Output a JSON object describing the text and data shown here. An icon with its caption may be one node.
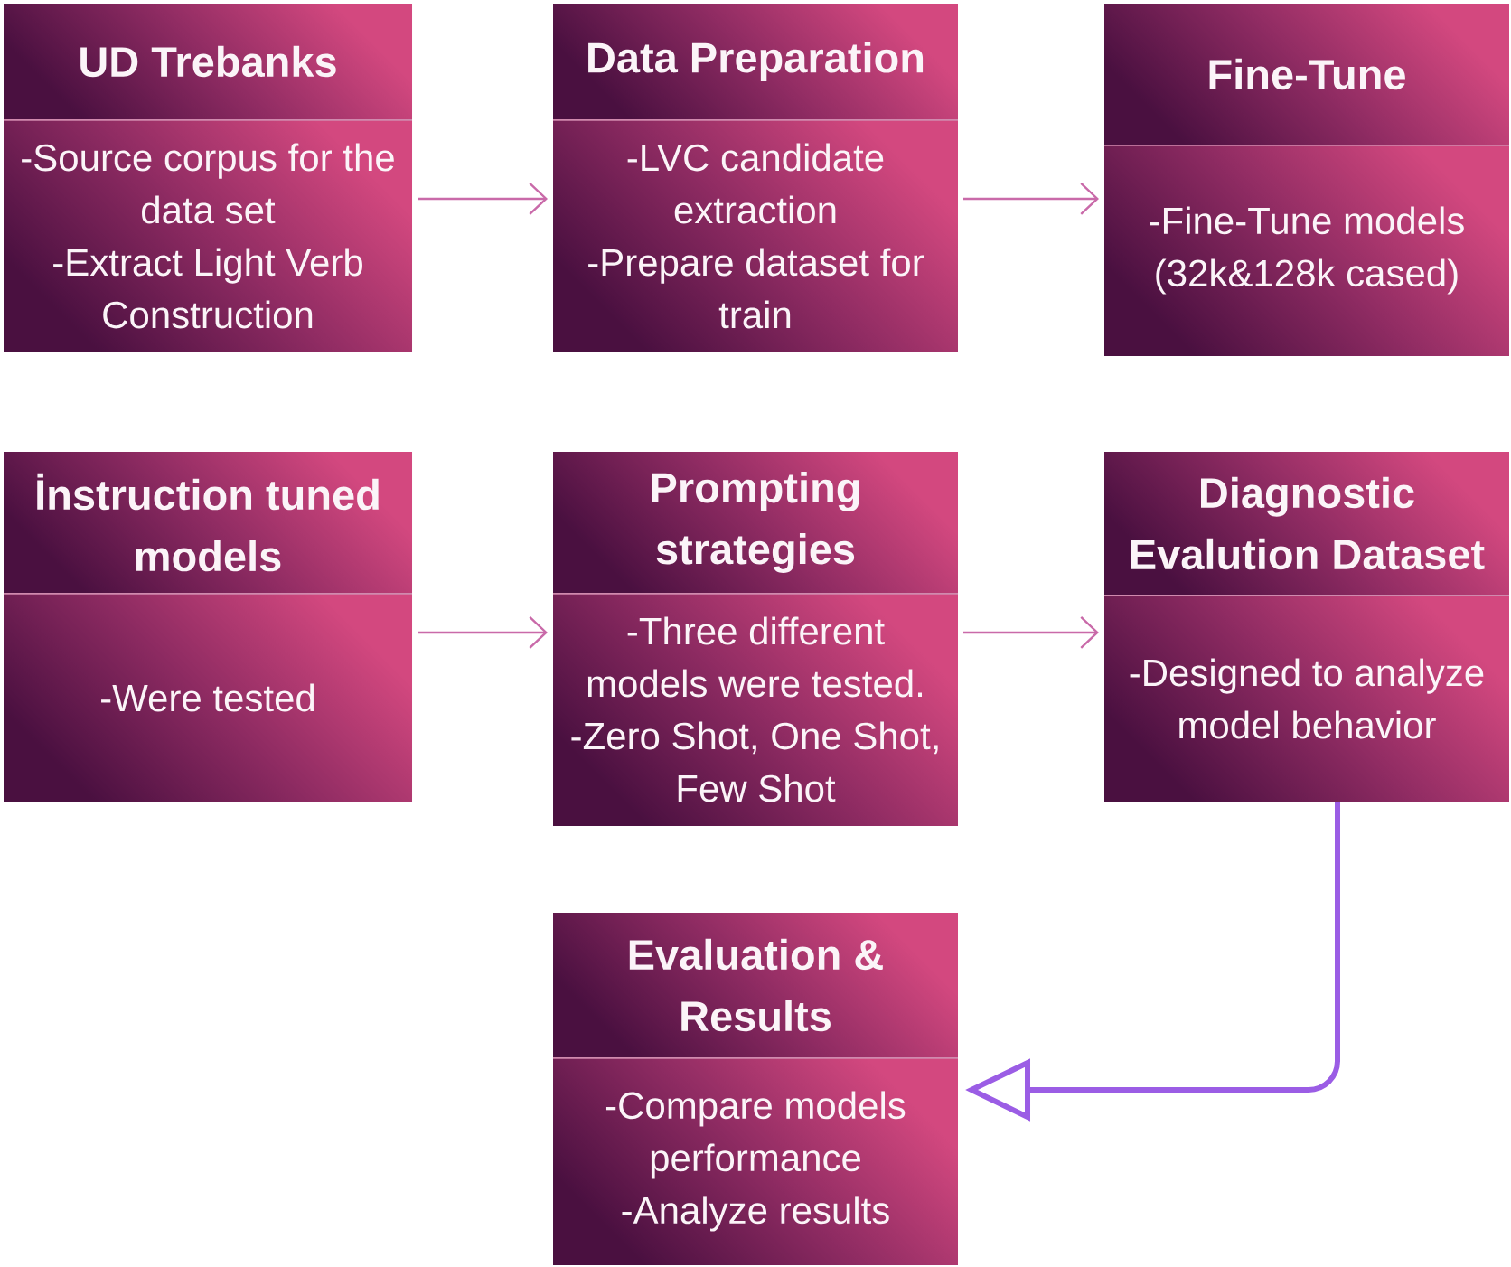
{
  "diagram": {
    "nodes": [
      {
        "text": [
          "UD Trebanks",
          "-Source corpus for the data set",
          "-Extract Light Verb Construction"
        ]
      },
      {
        "text": [
          "Data Preparation",
          "-LVC candidate extraction",
          "-Prepare dataset for train"
        ]
      },
      {
        "text": [
          "Fine-Tune",
          "-Fine-Tune models (32k&128k cased)"
        ]
      },
      {
        "text": [
          "İnstruction tuned models",
          "-Were tested"
        ]
      },
      {
        "text": [
          "Prompting strategies",
          "-Three different models were tested.",
          "-Zero Shot, One Shot, Few Shot"
        ]
      },
      {
        "text": [
          "Diagnostic Evalution Dataset",
          "-Designed to analyze model behavior"
        ]
      },
      {
        "text": [
          "Evaluation & Results",
          "-Compare models performance",
          "-Analyze results"
        ]
      }
    ],
    "edges": [
      {
        "from": 0,
        "to": 1,
        "arrow": "to"
      },
      {
        "from": 1,
        "to": 2,
        "arrow": "to"
      },
      {
        "from": 3,
        "to": 4,
        "arrow": "to"
      },
      {
        "from": 4,
        "to": 5,
        "arrow": "to"
      },
      {
        "from": 5,
        "to": 6,
        "arrow": "to",
        "style": "thick",
        "color": "#9b5de5"
      }
    ]
  }
}
